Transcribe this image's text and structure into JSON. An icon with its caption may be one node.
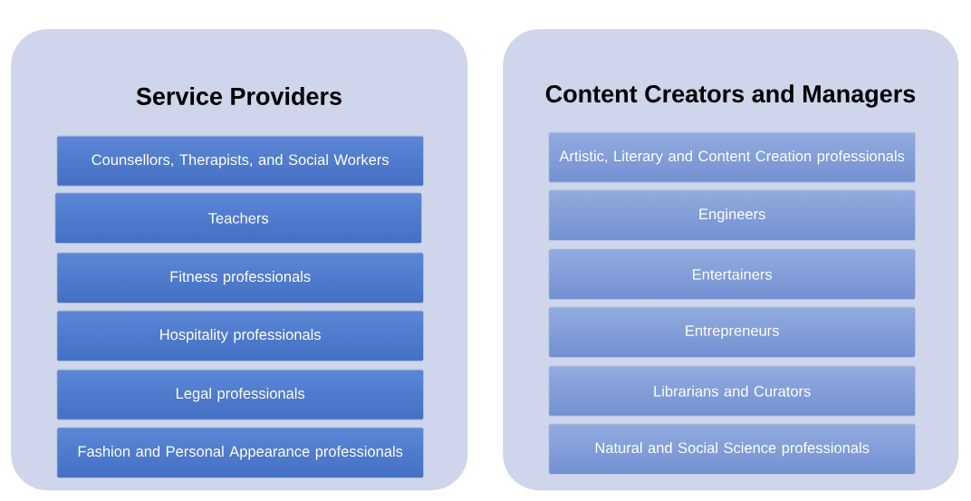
{
  "diagram": {
    "nodes": [
      {
        "text": [
          "Service Providers"
        ]
      },
      {
        "text": [
          "Counsellors, Therapists, and Social Workers"
        ],
        "in": 0
      },
      {
        "text": [
          "Teachers"
        ],
        "in": 0
      },
      {
        "text": [
          "Fitness professionals"
        ],
        "in": 0
      },
      {
        "text": [
          "Hospitality professionals"
        ],
        "in": 0
      },
      {
        "text": [
          "Legal professionals"
        ],
        "in": 0
      },
      {
        "text": [
          "Fashion and Personal Appearance professionals"
        ],
        "in": 0
      },
      {
        "text": [
          "Content Creators and Managers"
        ]
      },
      {
        "text": [
          "Artistic, Literary and Content Creation professionals"
        ],
        "in": 7
      },
      {
        "text": [
          "Engineers"
        ],
        "in": 7
      },
      {
        "text": [
          "Entertainers"
        ],
        "in": 7
      },
      {
        "text": [
          "Entrepreneurs"
        ],
        "in": 7
      },
      {
        "text": [
          "Librarians and Curators"
        ],
        "in": 7
      },
      {
        "text": [
          "Natural and Social Science professionals"
        ],
        "in": 7
      }
    ]
  }
}
